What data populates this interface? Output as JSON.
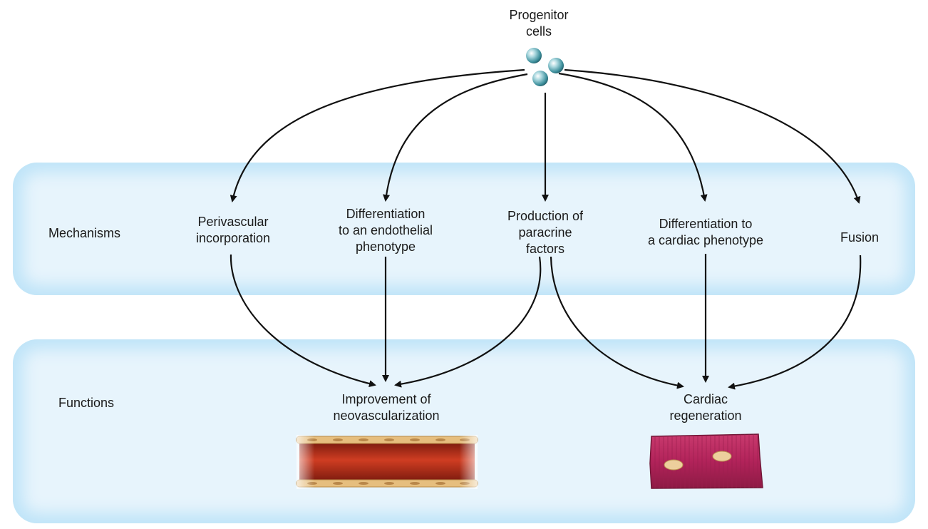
{
  "source": {
    "label": "Progenitor\ncells"
  },
  "rows": {
    "mechanisms_label": "Mechanisms",
    "functions_label": "Functions"
  },
  "mechanisms": [
    {
      "id": "perivascular",
      "label": "Perivascular\nincorporation"
    },
    {
      "id": "endothelial",
      "label": "Differentiation\nto an endothelial\nphenotype"
    },
    {
      "id": "paracrine",
      "label": "Production of\nparacrine\nfactors"
    },
    {
      "id": "cardiac",
      "label": "Differentiation to\na cardiac phenotype"
    },
    {
      "id": "fusion",
      "label": "Fusion"
    }
  ],
  "functions": [
    {
      "id": "neovascularization",
      "label": "Improvement of\nneovascularization",
      "image": "blood-vessel"
    },
    {
      "id": "regeneration",
      "label": "Cardiac\nregeneration",
      "image": "cardiomyocyte"
    }
  ],
  "edges": [
    {
      "from": "progenitor",
      "to": "perivascular"
    },
    {
      "from": "progenitor",
      "to": "endothelial"
    },
    {
      "from": "progenitor",
      "to": "paracrine"
    },
    {
      "from": "progenitor",
      "to": "cardiac"
    },
    {
      "from": "progenitor",
      "to": "fusion"
    },
    {
      "from": "perivascular",
      "to": "neovascularization"
    },
    {
      "from": "endothelial",
      "to": "neovascularization"
    },
    {
      "from": "paracrine",
      "to": "neovascularization"
    },
    {
      "from": "paracrine",
      "to": "regeneration"
    },
    {
      "from": "cardiac",
      "to": "regeneration"
    },
    {
      "from": "fusion",
      "to": "regeneration"
    }
  ],
  "colors": {
    "band_fill": "#e7f4fc",
    "band_glow": "#bfe4f8",
    "arrow": "#111111",
    "cell": "#5aa7b3",
    "vessel_lumen": "#b8321c",
    "vessel_wall": "#e3b877",
    "muscle": "#b8285a",
    "nucleus": "#e8c99a"
  }
}
